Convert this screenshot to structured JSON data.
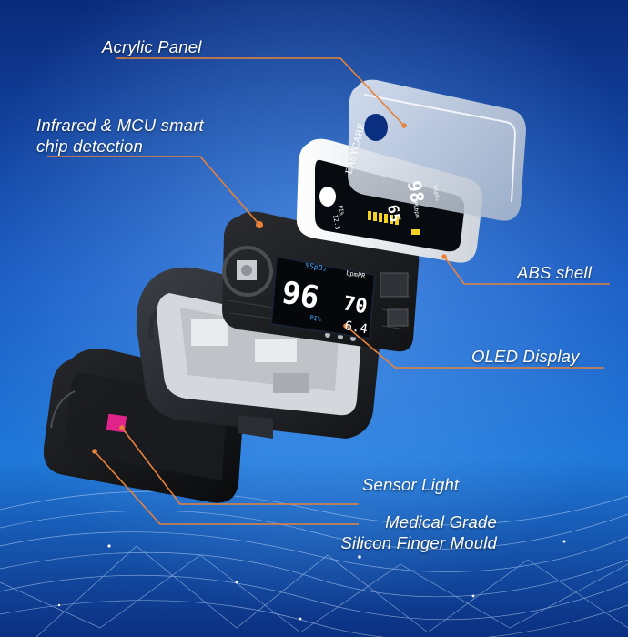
{
  "labels": {
    "acrylic_panel": "Acrylic Panel",
    "infrared_line1": "Infrared & MCU smart",
    "infrared_line2": "chip detection",
    "abs_shell": "ABS shell",
    "oled_display": "OLED Display",
    "sensor_light": "Sensor Light",
    "finger_mould_line1": "Medical Grade",
    "finger_mould_line2": "Silicon Finger Mould"
  },
  "device": {
    "brand": "EASYCARE",
    "screen_spo2_label": "%SpO₂",
    "screen_bpm_label": "bpmPR",
    "screen_spo2_value": "96",
    "screen_pr_value": "70",
    "screen_pi_label": "PI%",
    "screen_pi_value": "6.4",
    "front_spo2_value": "98",
    "front_pr_value": "65",
    "front_pi_value": "12.3",
    "front_pi_label": "PI%",
    "front_spo2_label": "%SpO₂",
    "front_pr_label": "PRbpm"
  },
  "colors": {
    "background_top": "#0a2a7a",
    "background_mid": "#1a64c8",
    "leader_line": "#e8823a",
    "label_text": "#ffffff",
    "sensor_pink": "#e0248c",
    "oled_blue": "#4aa8ff",
    "oled_white": "#ffffff",
    "bar_yellow": "#f4d21f"
  }
}
